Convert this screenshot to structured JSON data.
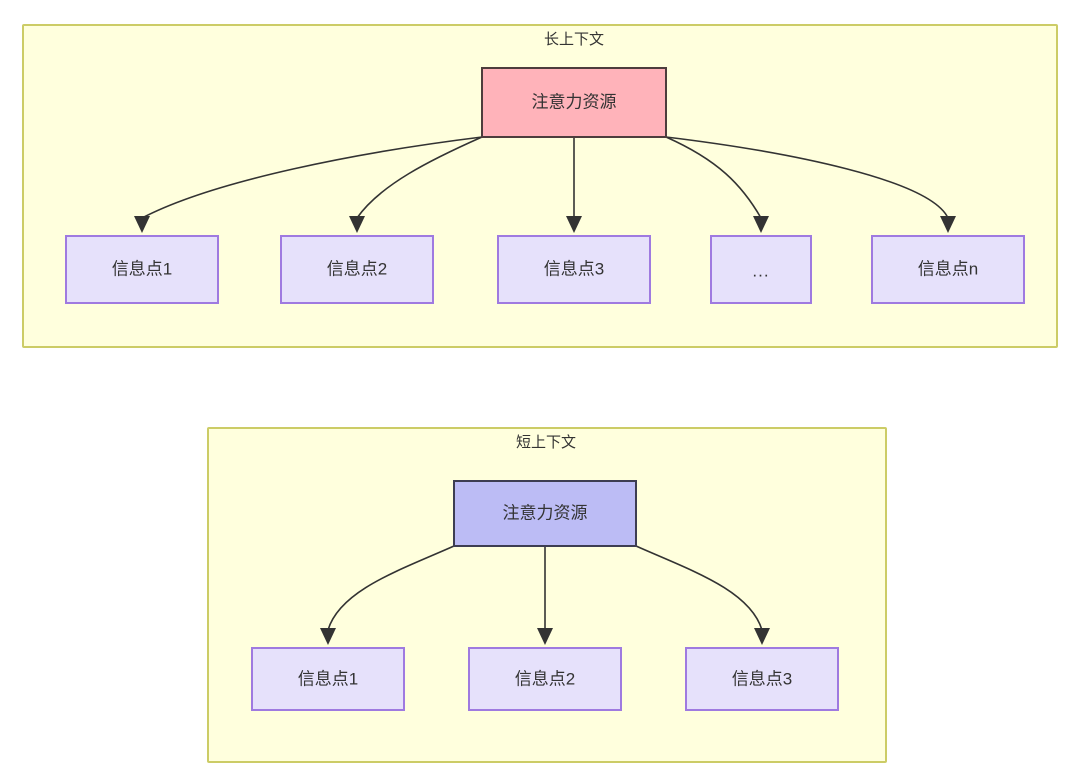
{
  "diagram": {
    "type": "flowchart",
    "background_color": "#ffffff",
    "panel_fill": "#ffffdd",
    "panel_border": "#cccc66",
    "edge_color": "#333333",
    "panels": [
      {
        "id": "long-context",
        "title": "长上下文",
        "root": {
          "id": "attention-long",
          "label": "注意力资源",
          "fill": "#ffb3ba",
          "border": "#4d3d3d"
        },
        "children": [
          {
            "id": "info-1",
            "label": "信息点1"
          },
          {
            "id": "info-2",
            "label": "信息点2"
          },
          {
            "id": "info-3",
            "label": "信息点3"
          },
          {
            "id": "info-ellipsis",
            "label": "..."
          },
          {
            "id": "info-n",
            "label": "信息点n"
          }
        ],
        "child_fill": "#e6e1fb",
        "child_border": "#9f7ae0"
      },
      {
        "id": "short-context",
        "title": "短上下文",
        "root": {
          "id": "attention-short",
          "label": "注意力资源",
          "fill": "#bcbcf5",
          "border": "#3d3d52"
        },
        "children": [
          {
            "id": "info-1",
            "label": "信息点1"
          },
          {
            "id": "info-2",
            "label": "信息点2"
          },
          {
            "id": "info-3",
            "label": "信息点3"
          }
        ],
        "child_fill": "#e6e1fb",
        "child_border": "#9f7ae0"
      }
    ]
  }
}
